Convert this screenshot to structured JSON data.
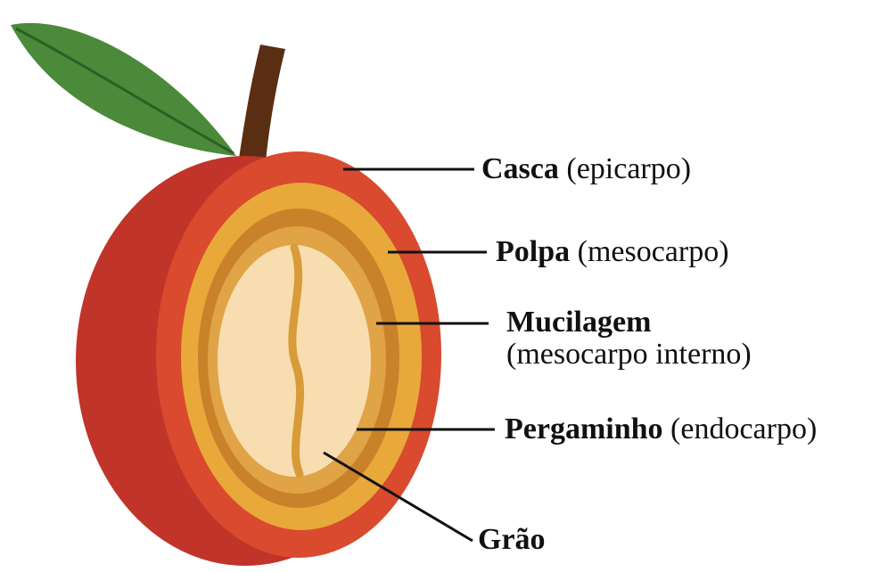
{
  "labels": {
    "casca": {
      "bold": "Casca",
      "rest": "(epicarpo)"
    },
    "polpa": {
      "bold": "Polpa",
      "rest": "(mesocarpo)"
    },
    "mucilagem": {
      "bold": "Mucilagem",
      "rest": "(mesocarpo interno)"
    },
    "pergaminho": {
      "bold": "Pergaminho",
      "rest": "(endocarpo)"
    },
    "grao": {
      "bold": "Grão"
    }
  },
  "colors": {
    "leaf": "#4a8a3a",
    "leaf_vein": "#2f5e24",
    "stem": "#5a2e12",
    "skin_outer": "#c0342a",
    "skin_inner": "#d94a2e",
    "pulp": "#e8a93a",
    "mucilage_band": "#c9822a",
    "parchment": "#e0a346",
    "bean": "#f7ddb0",
    "bean_groove": "#d99a3a",
    "leader_line": "#111111"
  }
}
